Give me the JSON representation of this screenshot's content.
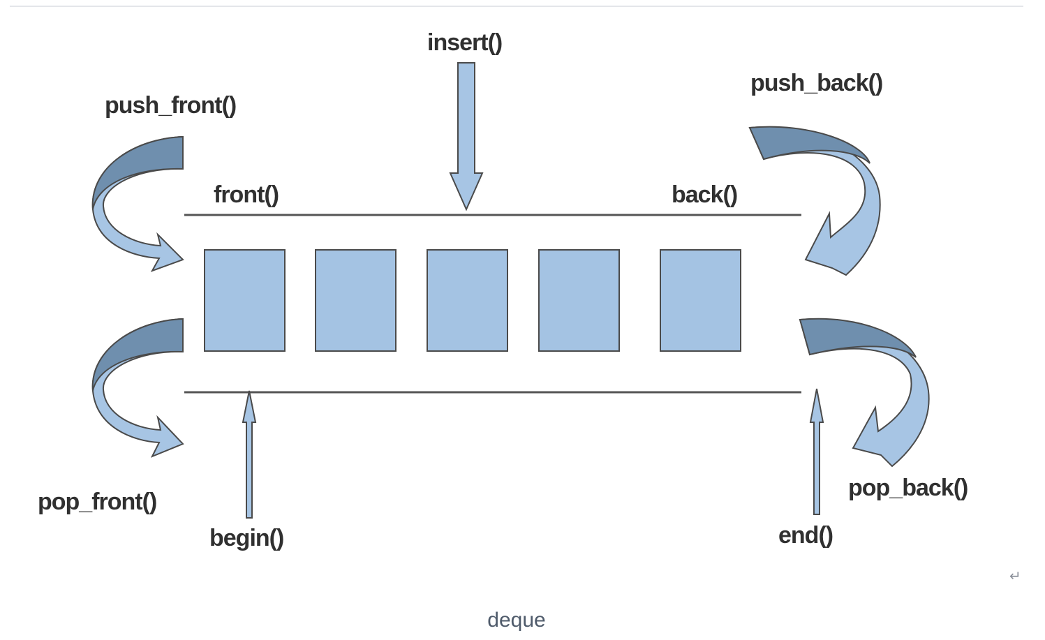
{
  "diagram": {
    "labels": {
      "insert": "insert()",
      "push_front": "push_front()",
      "push_back": "push_back()",
      "front": "front()",
      "back": "back()",
      "pop_front": "pop_front()",
      "pop_back": "pop_back()",
      "begin": "begin()",
      "end": "end()"
    },
    "element_count": 5,
    "colors": {
      "box_fill": "#a4c3e3",
      "box_stroke": "#4a4a4a",
      "arrow_light": "#a7c5e4",
      "arrow_dark": "#6f8fae",
      "line": "#555555"
    }
  },
  "return_mark": "↵",
  "caption": "deque"
}
